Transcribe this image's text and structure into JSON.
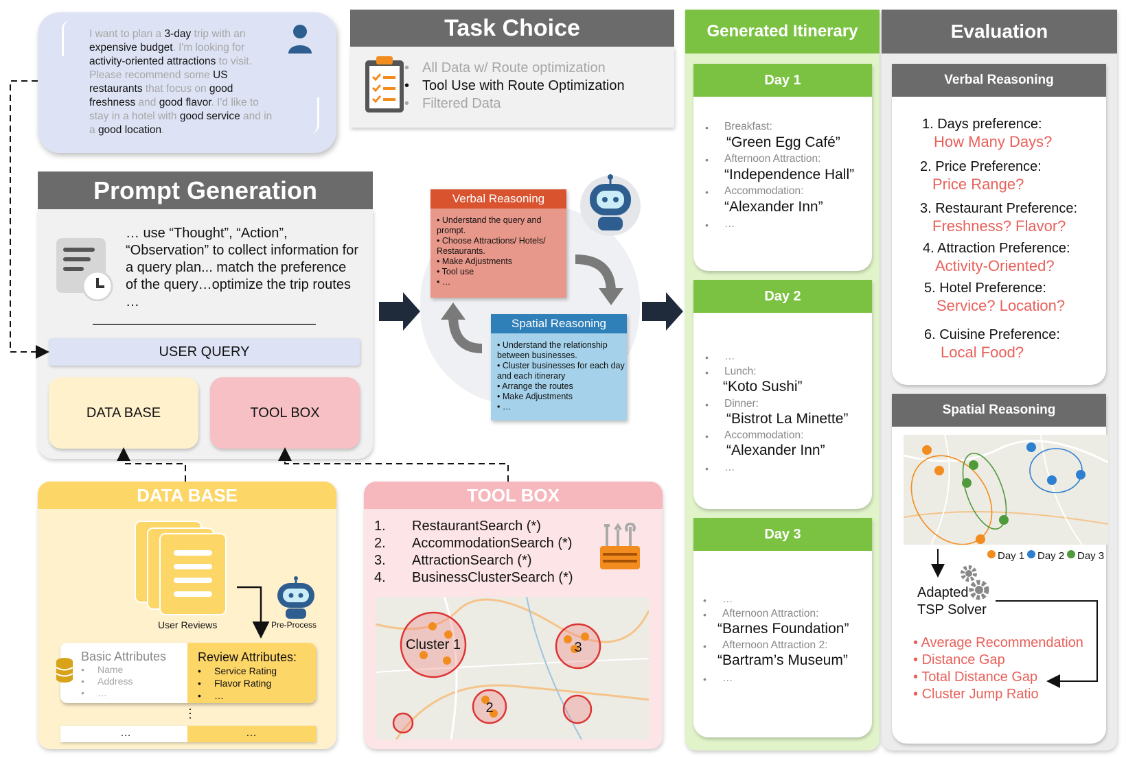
{
  "user_query": {
    "segments": [
      {
        "t": "I want to plan a ",
        "h": false
      },
      {
        "t": "3-day",
        "h": true
      },
      {
        "t": " trip with an ",
        "h": false
      },
      {
        "t": "expensive budget",
        "h": true
      },
      {
        "t": ". I'm looking for ",
        "h": false
      },
      {
        "t": "activity-oriented attractions",
        "h": true
      },
      {
        "t": " to visit. Please recommend some ",
        "h": false
      },
      {
        "t": "US restaurants",
        "h": true
      },
      {
        "t": " that focus on ",
        "h": false
      },
      {
        "t": "good freshness",
        "h": true
      },
      {
        "t": " and ",
        "h": false
      },
      {
        "t": "good flavor",
        "h": true
      },
      {
        "t": ". I'd like to stay in a hotel with ",
        "h": false
      },
      {
        "t": "good service",
        "h": true
      },
      {
        "t": " and in a ",
        "h": false
      },
      {
        "t": "good location",
        "h": true
      },
      {
        "t": ".",
        "h": false
      }
    ]
  },
  "task_choice": {
    "title": "Task Choice",
    "options": [
      "All Data w/ Route optimization",
      "Tool Use with Route Optimization",
      "Filtered Data"
    ],
    "selected_index": 1
  },
  "prompt_generation": {
    "title": "Prompt Generation",
    "text": "… use “Thought”, “Action”, “Observation” to collect information for a query plan... match the preference of the query…optimize the trip routes …",
    "user_query_label": "USER QUERY",
    "database_label": "DATA BASE",
    "toolbox_label": "TOOL BOX"
  },
  "verbal_reasoning": {
    "title": "Verbal Reasoning",
    "items": [
      "Understand the query and prompt.",
      "Choose Attractions/ Hotels/ Restaurants.",
      "Make Adjustments",
      "Tool use",
      "…"
    ]
  },
  "spatial_reasoning": {
    "title": "Spatial Reasoning",
    "items": [
      "Understand the relationship between businesses.",
      "Cluster businesses for each day and each itinerary",
      "Arrange the routes",
      "Make Adjustments",
      "…"
    ]
  },
  "database": {
    "title": "DATA BASE",
    "user_reviews_label": "User Reviews",
    "preprocess_label": "Pre-Process",
    "basic_title": "Basic Attributes",
    "basic_items": [
      "Name",
      "Address",
      "…"
    ],
    "review_title": "Review Attributes:",
    "review_items": [
      "Service Rating",
      "Flavor Rating",
      "…"
    ],
    "vertical_ellipsis": "⋮",
    "row_left": "…",
    "row_right": "…"
  },
  "toolbox": {
    "title": "TOOL BOX",
    "tools": [
      {
        "num": "1.",
        "name": "RestaurantSearch (*)"
      },
      {
        "num": "2.",
        "name": "AccommodationSearch (*)"
      },
      {
        "num": "3.",
        "name": "AttractionSearch (*)"
      },
      {
        "num": "4.",
        "name": "BusinessClusterSearch (*)"
      }
    ],
    "cluster_labels": [
      "Cluster 1",
      "2",
      "3"
    ]
  },
  "itinerary": {
    "title": "Generated Itinerary",
    "days": [
      {
        "label": "Day 1",
        "entries": [
          {
            "label": "Breakfast:",
            "value": "“Green Egg Café”"
          },
          {
            "label": "Afternoon Attraction:",
            "value": "“Independence Hall”"
          },
          {
            "label": "Accommodation:",
            "value": "“Alexander Inn”"
          },
          {
            "label": "…",
            "value": ""
          }
        ]
      },
      {
        "label": "Day 2",
        "entries": [
          {
            "label": "…",
            "value": ""
          },
          {
            "label": "Lunch:",
            "value": "“Koto Sushi”"
          },
          {
            "label": "Dinner:",
            "value": "“Bistrot La Minette”"
          },
          {
            "label": "Accommodation:",
            "value": "“Alexander Inn”"
          },
          {
            "label": "…",
            "value": ""
          }
        ]
      },
      {
        "label": "Day 3",
        "entries": [
          {
            "label": "…",
            "value": ""
          },
          {
            "label": "Afternoon Attraction:",
            "value": "“Barnes Foundation”"
          },
          {
            "label": "Afternoon Attraction 2:",
            "value": "“Bartram’s Museum”"
          },
          {
            "label": "…",
            "value": ""
          }
        ]
      }
    ]
  },
  "evaluation": {
    "title": "Evaluation",
    "verbal_title": "Verbal Reasoning",
    "preferences": [
      {
        "q": "1. Days preference:",
        "a": "How Many Days?"
      },
      {
        "q": "2. Price Preference:",
        "a": "Price Range?"
      },
      {
        "q": "3. Restaurant Preference:",
        "a": "Freshness? Flavor?"
      },
      {
        "q": "4. Attraction Preference:",
        "a": "Activity-Oriented?"
      },
      {
        "q": "5. Hotel Preference:",
        "a": "Service? Location?"
      },
      {
        "q": "6. Cuisine Preference:",
        "a": "Local Food?"
      }
    ],
    "spatial_title": "Spatial Reasoning",
    "legend": [
      {
        "label": "Day 1",
        "color": "#f28c1e"
      },
      {
        "label": "Day 2",
        "color": "#2f7fd0"
      },
      {
        "label": "Day 3",
        "color": "#4f9a3a"
      }
    ],
    "solver_label_1": "Adapted",
    "solver_label_2": "TSP Solver",
    "metrics": [
      "Average Recommendation",
      "Distance Gap",
      "Total Distance Gap",
      "Cluster Jump Ratio"
    ]
  }
}
